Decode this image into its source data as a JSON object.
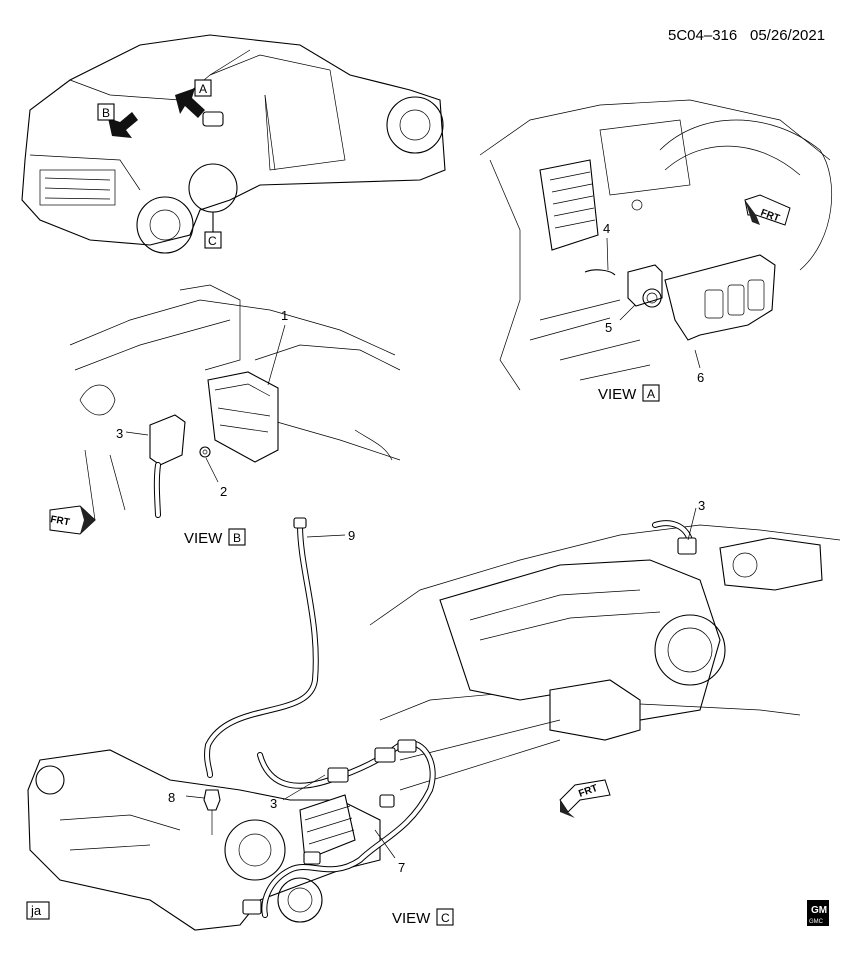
{
  "header": {
    "doc_id": "5C04–316",
    "date": "05/26/2021"
  },
  "views": {
    "a": {
      "prefix": "VIEW",
      "letter": "A"
    },
    "b": {
      "prefix": "VIEW",
      "letter": "B"
    },
    "c": {
      "prefix": "VIEW",
      "letter": "C"
    }
  },
  "vehicle_callouts": {
    "a": "A",
    "b": "B",
    "c": "C"
  },
  "frt_label": "FRT",
  "callouts": {
    "c1": "1",
    "c2": "2",
    "c3_b": "3",
    "c3_c_top": "3",
    "c3_c_bottom": "3",
    "c4": "4",
    "c5": "5",
    "c6": "6",
    "c7": "7",
    "c8": "8",
    "c9": "9"
  },
  "footer": {
    "illustrator_initials": "ja",
    "brand_logo_top": "GM",
    "brand_logo_bottom": "GMC"
  }
}
